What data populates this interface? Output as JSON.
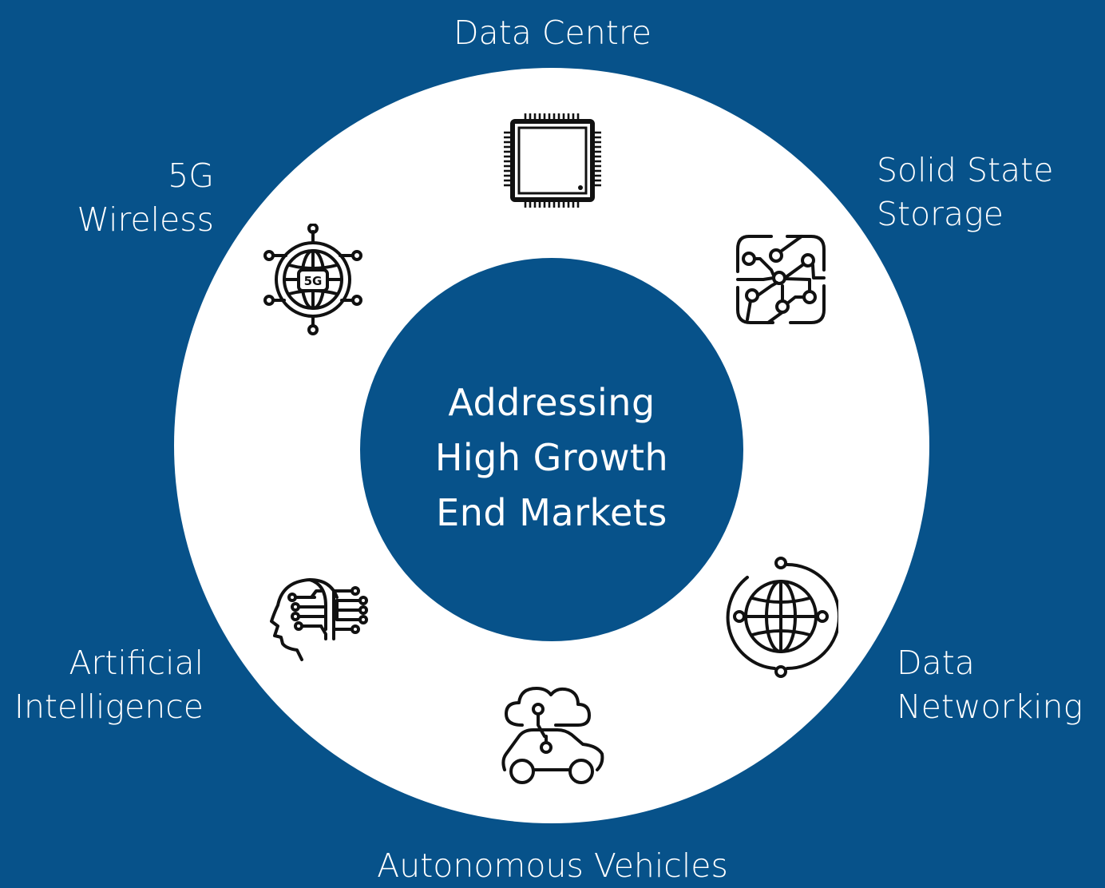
{
  "center": {
    "title": "Addressing\nHigh Growth\nEnd Markets"
  },
  "segments": [
    {
      "label": "Data Centre",
      "icon": "processor-chip-icon"
    },
    {
      "label": "Solid State\nStorage",
      "icon": "circuit-board-icon"
    },
    {
      "label": "5G\nWireless",
      "icon": "5g-globe-network-icon"
    },
    {
      "label": "Data\nNetworking",
      "icon": "globe-network-icon"
    },
    {
      "label": "Artificial\nIntelligence",
      "icon": "ai-head-circuit-icon"
    },
    {
      "label": "Autonomous Vehicles",
      "icon": "cloud-connected-car-icon"
    }
  ],
  "icons": {
    "5g_text": "5G"
  },
  "colors": {
    "background": "#07528a",
    "ring": "#ffffff",
    "icon_stroke": "#111111",
    "text": "#ffffff"
  }
}
